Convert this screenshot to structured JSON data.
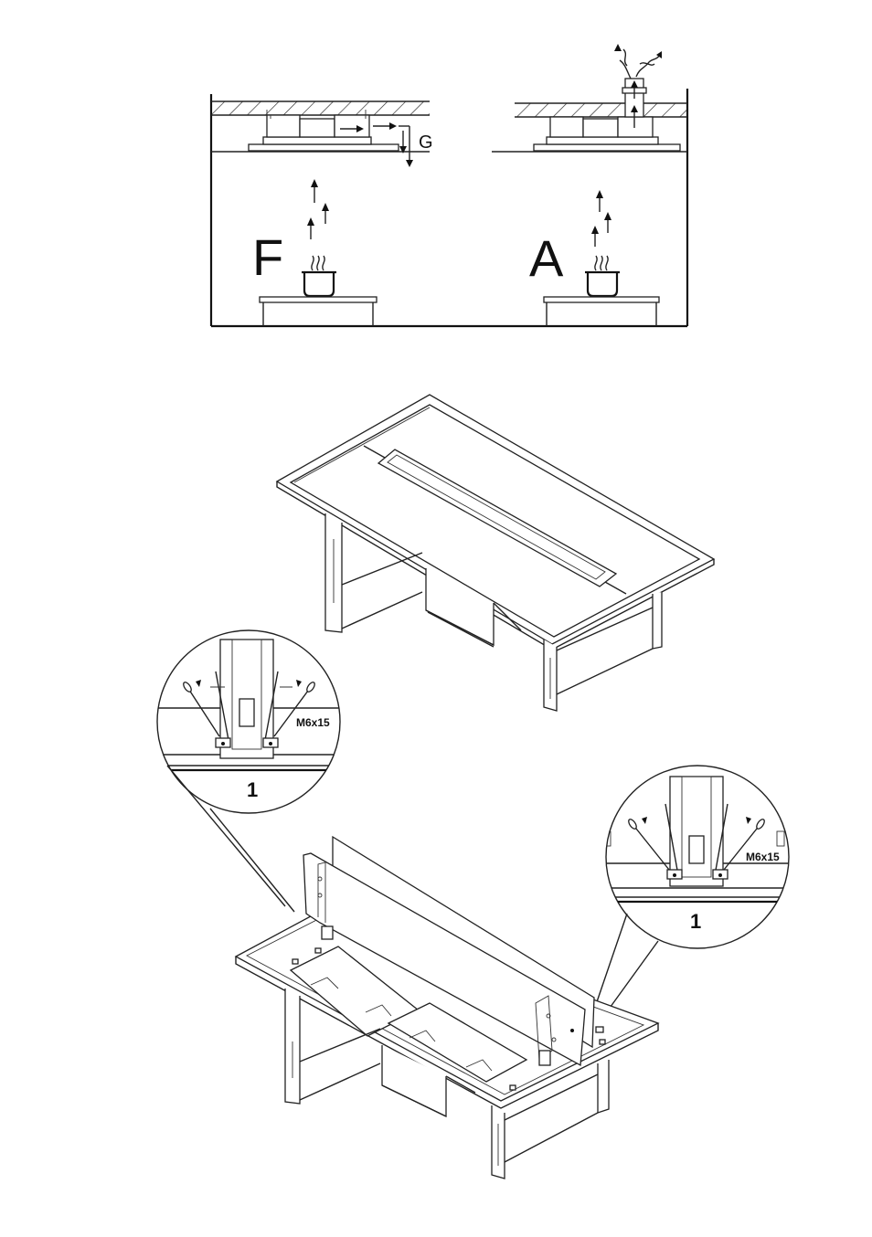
{
  "figure1": {
    "left_mode_label": "F",
    "right_mode_label": "A",
    "gap_label": "G"
  },
  "figure3": {
    "left_detail": {
      "callout_number": "1",
      "screw_label": "M6x15"
    },
    "right_detail": {
      "callout_number": "1",
      "screw_label": "M6x15"
    }
  },
  "colors": {
    "line": "#222222",
    "background": "#ffffff"
  }
}
